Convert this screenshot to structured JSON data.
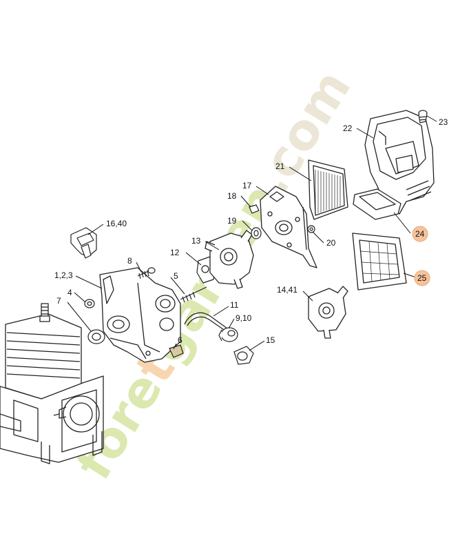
{
  "watermark": {
    "parts": [
      {
        "text": "fore",
        "color": "#dbe8b0"
      },
      {
        "text": "t",
        "color": "#f7d5ae"
      },
      {
        "text": "garden",
        "color": "#dbe8b0"
      },
      {
        "text": ".com",
        "color": "#ece6d6"
      }
    ]
  },
  "callouts": [
    {
      "id": "c-1-2-3",
      "label": "1,2,3",
      "highlight": false
    },
    {
      "id": "c-4",
      "label": "4",
      "highlight": false
    },
    {
      "id": "c-5",
      "label": "5",
      "highlight": false
    },
    {
      "id": "c-6",
      "label": "6",
      "highlight": false
    },
    {
      "id": "c-7",
      "label": "7",
      "highlight": false
    },
    {
      "id": "c-8",
      "label": "8",
      "highlight": false
    },
    {
      "id": "c-9-10",
      "label": "9,10",
      "highlight": false
    },
    {
      "id": "c-11",
      "label": "11",
      "highlight": false
    },
    {
      "id": "c-12",
      "label": "12",
      "highlight": false
    },
    {
      "id": "c-13",
      "label": "13",
      "highlight": false
    },
    {
      "id": "c-14-41",
      "label": "14,41",
      "highlight": false
    },
    {
      "id": "c-15",
      "label": "15",
      "highlight": false
    },
    {
      "id": "c-16-40",
      "label": "16,40",
      "highlight": false
    },
    {
      "id": "c-17",
      "label": "17",
      "highlight": false
    },
    {
      "id": "c-18",
      "label": "18",
      "highlight": false
    },
    {
      "id": "c-19",
      "label": "19",
      "highlight": false
    },
    {
      "id": "c-20",
      "label": "20",
      "highlight": false
    },
    {
      "id": "c-21",
      "label": "21",
      "highlight": false
    },
    {
      "id": "c-22",
      "label": "22",
      "highlight": false
    },
    {
      "id": "c-23",
      "label": "23",
      "highlight": false
    },
    {
      "id": "c-24",
      "label": "24",
      "highlight": true
    },
    {
      "id": "c-25",
      "label": "25",
      "highlight": true
    }
  ],
  "colors": {
    "line": "#111111",
    "highlight_fill": "#f6c39c",
    "highlight_stroke": "#e8a878",
    "engine_stroke": "#222222"
  }
}
